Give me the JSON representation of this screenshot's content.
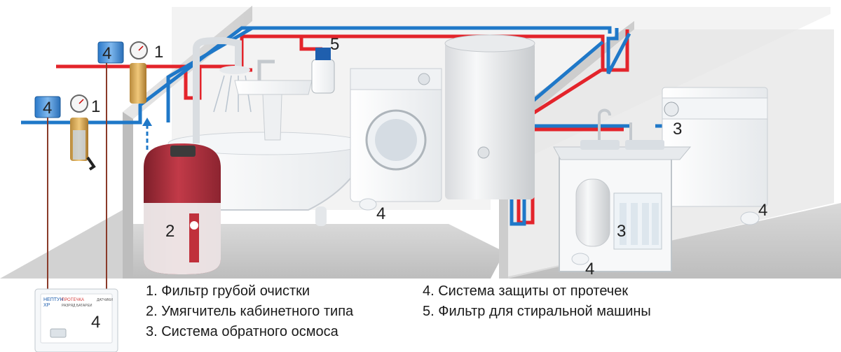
{
  "callouts": {
    "c1a": "1",
    "c1b": "1",
    "c2": "2",
    "c3a": "3",
    "c3b": "3",
    "c4a": "4",
    "c4b": "4",
    "c4c": "4",
    "c4d": "4",
    "c4e": "4",
    "c4f": "4",
    "c5": "5"
  },
  "legend": {
    "left": [
      "1. Фильтр грубой очистки",
      "2. Умягчитель кабинетного типа",
      "3. Система обратного осмоса"
    ],
    "right": [
      "4. Система защиты от протечек",
      "5. Фильтр для стиральной машины"
    ]
  },
  "controller": {
    "brand": "НЕПТУН",
    "model": "XP",
    "title": "ПРОТЕЧКА",
    "subtitle": "РАЗРЯД БАТАРЕИ",
    "tab": "ДАТЧИКИ"
  },
  "colors": {
    "hot_pipe": "#e3242b",
    "cold_pipe": "#1f78c8",
    "wall": "#d6d6d6",
    "floor": "#c9c9c9",
    "softener": "#b5333f",
    "sensor_cable": "#8a3b2a"
  }
}
